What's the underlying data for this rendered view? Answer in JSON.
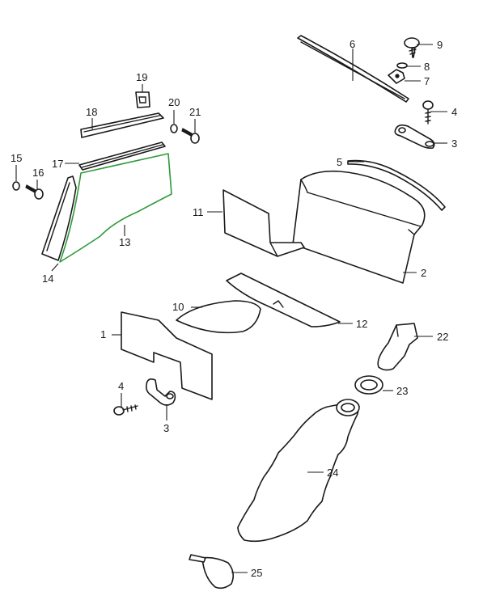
{
  "callouts": {
    "c1": "1",
    "c2": "2",
    "c3a": "3",
    "c3b": "3",
    "c4a": "4",
    "c4b": "4",
    "c5": "5",
    "c6": "6",
    "c7": "7",
    "c8": "8",
    "c9": "9",
    "c10": "10",
    "c11": "11",
    "c12": "12",
    "c13": "13",
    "c14": "14",
    "c15": "15",
    "c16": "16",
    "c17": "17",
    "c18": "18",
    "c19": "19",
    "c20": "20",
    "c21": "21",
    "c22": "22",
    "c23": "23",
    "c24": "24",
    "c25": "25"
  },
  "colors": {
    "line": "#1a1a1a",
    "highlight": "#2f9a3a",
    "background": "#ffffff"
  }
}
